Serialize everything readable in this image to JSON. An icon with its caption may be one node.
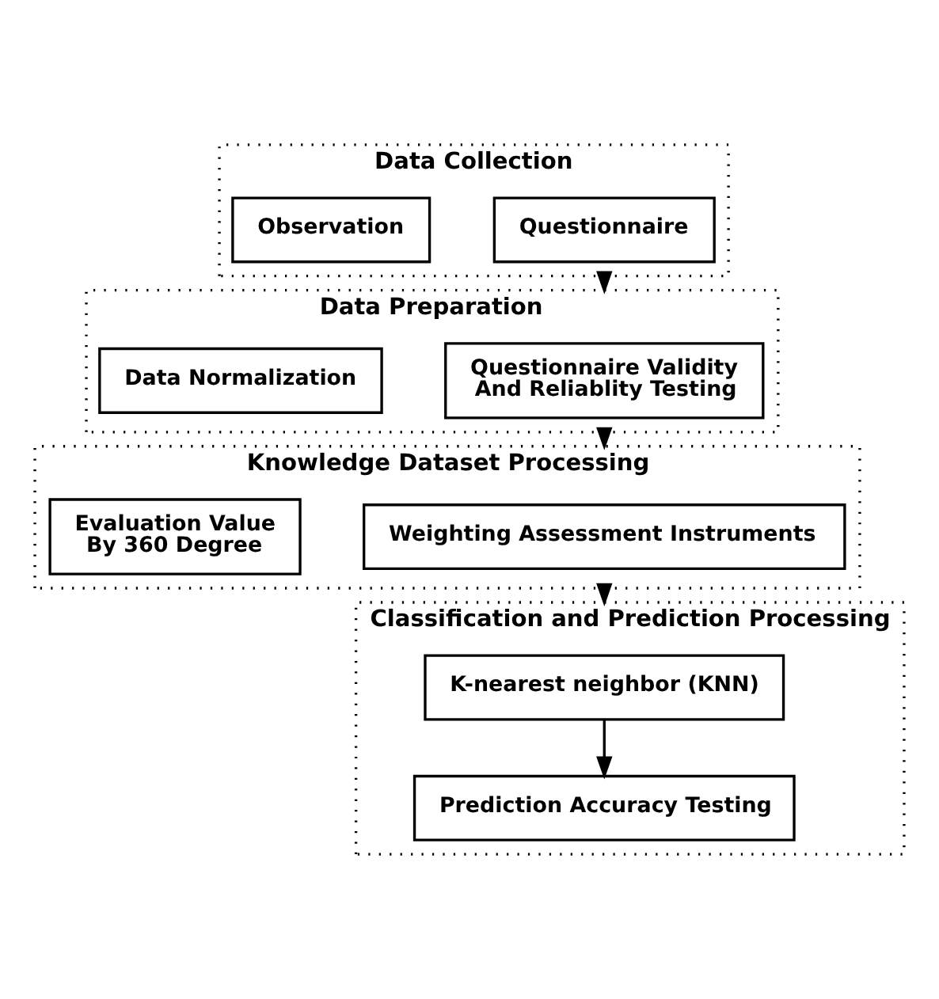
{
  "diagram": {
    "nodes": [
      {
        "text": [
          "Data Collection"
        ]
      },
      {
        "text": [
          "Questionnaire"
        ],
        "in": 0
      },
      {
        "text": [
          "Observation"
        ],
        "in": 0
      },
      {
        "text": [
          "Data Preparation"
        ]
      },
      {
        "text": [
          "Questionnaire Validity And Reliablity Testing"
        ],
        "in": 3
      },
      {
        "text": [
          "Data Normalization"
        ],
        "in": 3
      },
      {
        "text": [
          "Knowledge Dataset Processing"
        ]
      },
      {
        "text": [
          "Weighting Assessment Instruments"
        ],
        "in": 6
      },
      {
        "text": [
          "Evaluation Value By 360 Degree"
        ],
        "in": 6
      },
      {
        "text": [
          "Classification and Prediction Processing"
        ]
      },
      {
        "text": [
          "K-nearest neighbor (KNN)"
        ],
        "in": 9
      },
      {
        "text": [
          "Prediction Accuracy Testing"
        ],
        "in": 9
      }
    ],
    "edges": [
      {
        "from": 0,
        "to": 3,
        "arrow": "to"
      },
      {
        "from": 3,
        "to": 6,
        "arrow": "to"
      },
      {
        "from": 6,
        "to": 9,
        "arrow": "to"
      },
      {
        "from": 10,
        "to": 11,
        "arrow": "to"
      }
    ]
  }
}
